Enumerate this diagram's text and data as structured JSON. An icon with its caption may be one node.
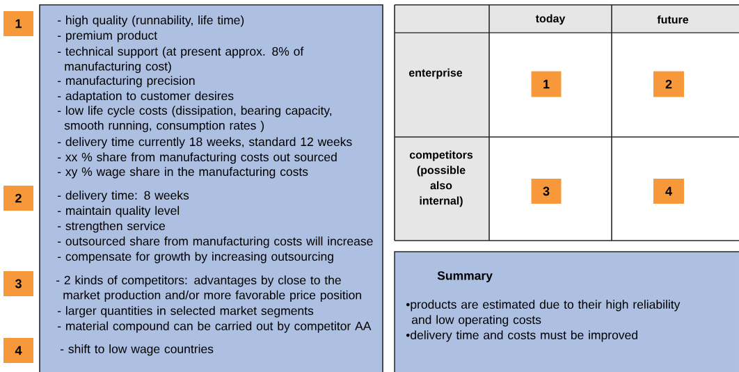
{
  "diagram": {
    "nodes": [
      {
        "text": [
          "- high quality (runnability, life time)",
          "- premium product",
          "- technical support (at present approx. 8% of manufacturing cost)",
          "- manufacturing precision",
          "- adaptation to customer desires",
          "- low life cycle costs (dissipation, bearing capacity, smooth running, consumption rates )",
          "- delivery time currently 18 weeks, standard 12 weeks",
          "- xx % share from manufacturing costs out sourced",
          "- xy % wage share in the manufacturing costs",
          "- delivery time: 8 weeks",
          "- maintain quality level",
          "- strengthen service",
          "- outsourced share from manufacturing costs will increase",
          "- compensate for growth by increasing outsourcing",
          "- 2 kinds of competitors: advantages by close to the market production and/or more favorable price position",
          "- larger quantities in selected market segments",
          "- material compound can be carried out by competitor AA",
          "- shift to low wage countries"
        ]
      },
      {
        "text": [
          "1"
        ]
      },
      {
        "text": [
          "2"
        ]
      },
      {
        "text": [
          "3"
        ]
      },
      {
        "text": [
          "4"
        ]
      },
      {
        "text": [
          "1"
        ]
      },
      {
        "text": [
          "2"
        ]
      },
      {
        "text": [
          "3"
        ]
      },
      {
        "text": [
          "4"
        ]
      },
      {
        "text": [
          "Summary",
          "•products are estimated due to their high reliability and low operating costs",
          "•delivery time and costs must be improved"
        ]
      }
    ],
    "labels": [
      "today",
      "future",
      "enterprise",
      "competitors (possible also internal)"
    ]
  }
}
